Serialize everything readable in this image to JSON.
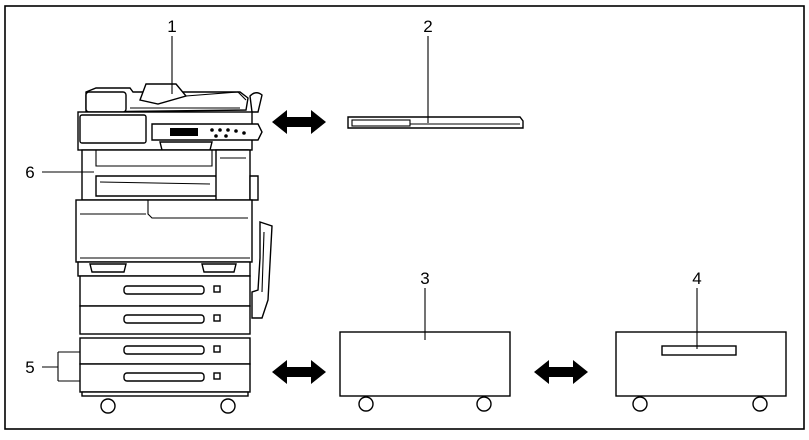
{
  "callouts": {
    "item1": "1",
    "item2": "2",
    "item3": "3",
    "item4": "4",
    "item5": "5",
    "item6": "6"
  },
  "colors": {
    "line": "#000000",
    "background": "#ffffff"
  }
}
